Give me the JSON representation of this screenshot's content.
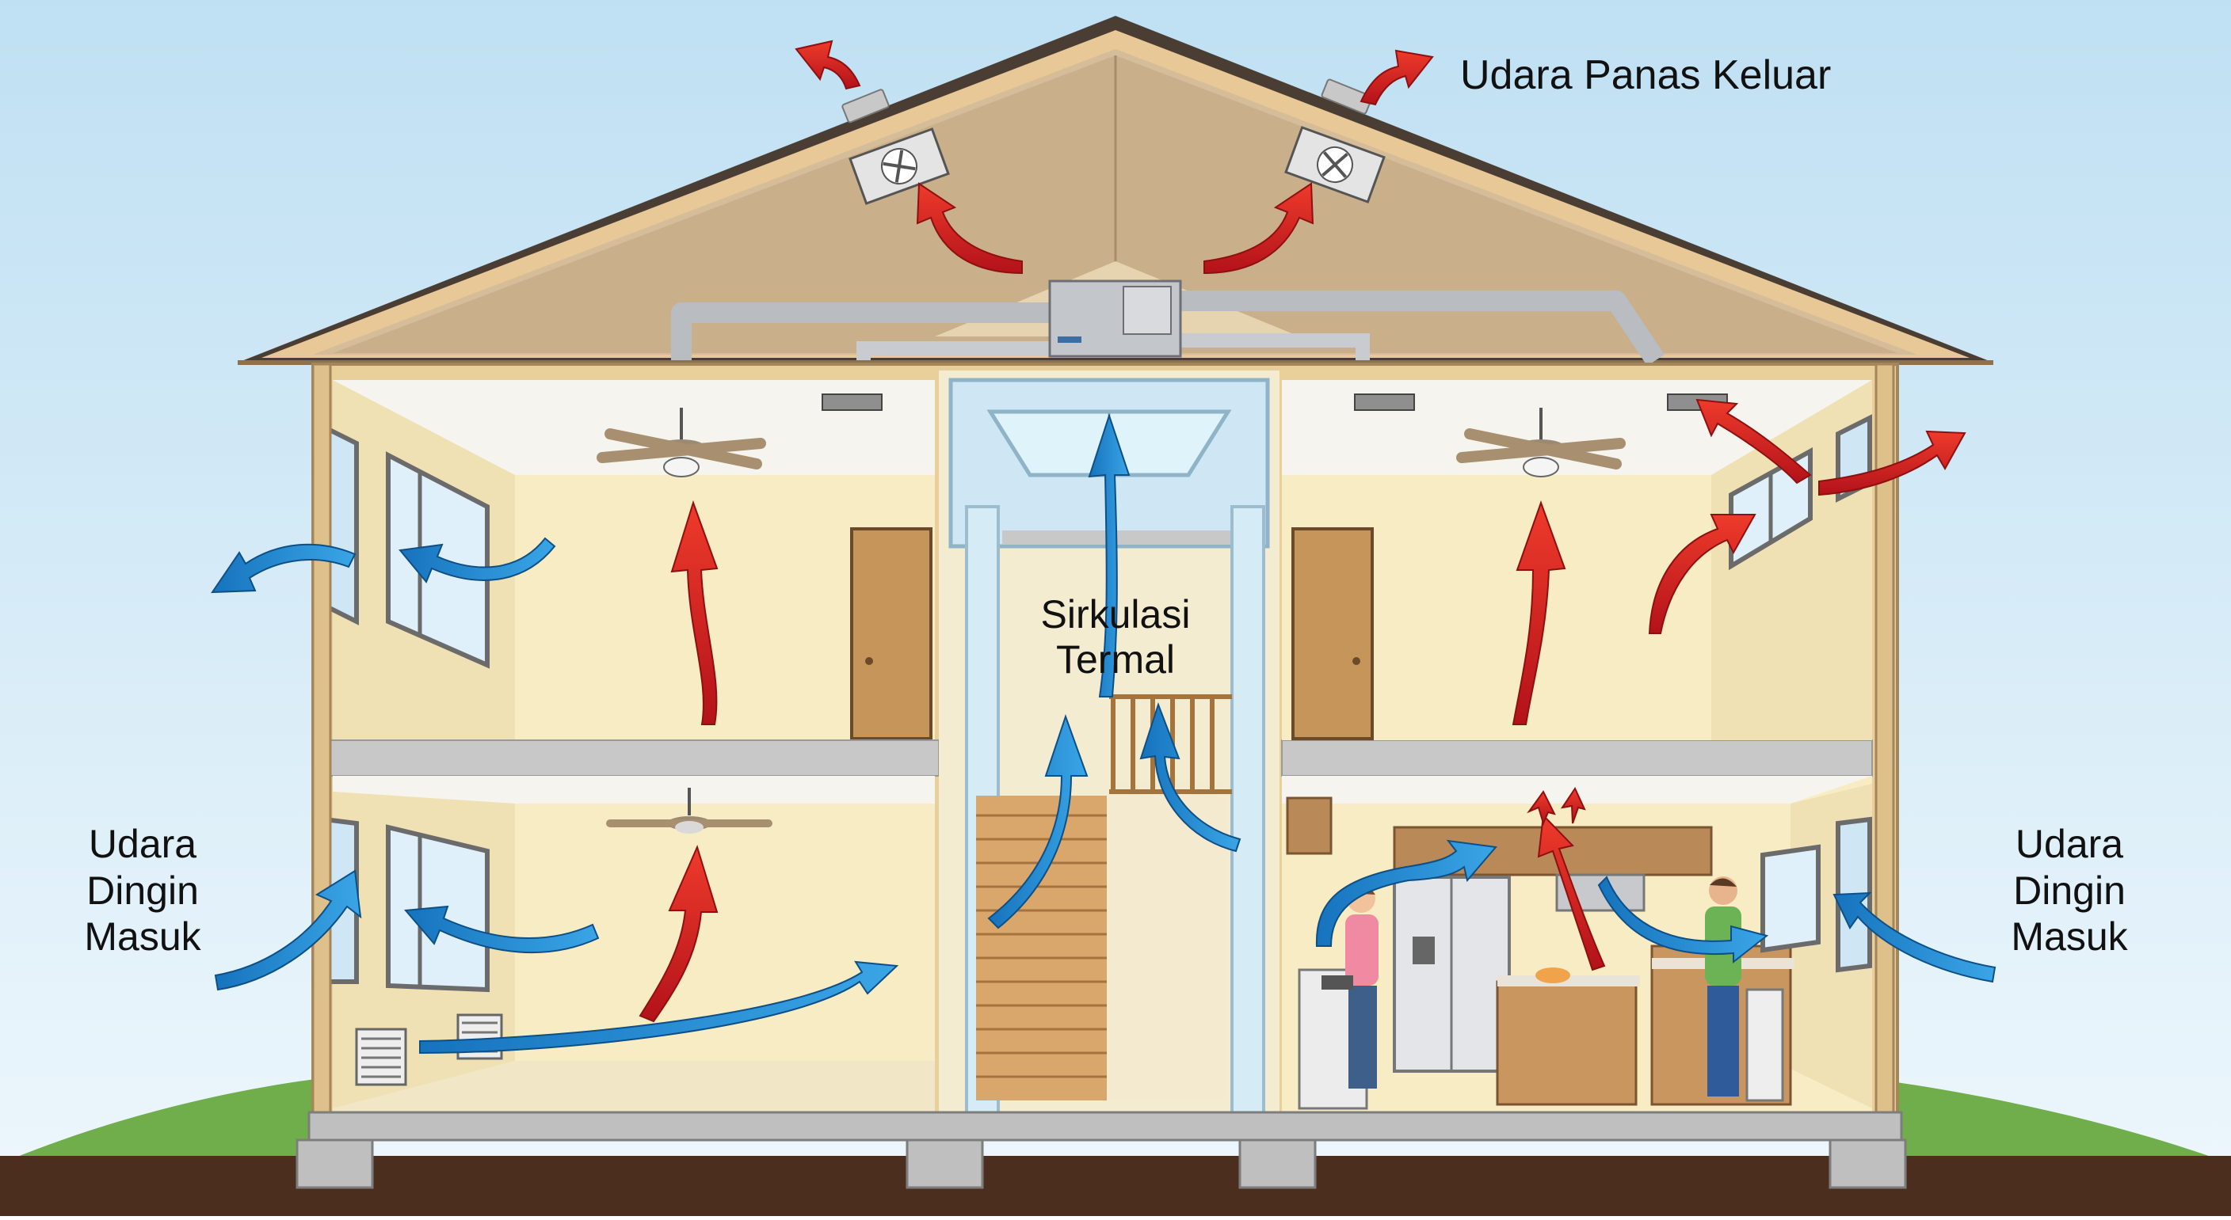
{
  "labels": {
    "hot_air_out": "Udara Panas Keluar",
    "thermal_circulation_line1": "Sirkulasi",
    "thermal_circulation_line2": "Termal",
    "cold_air_in_left_line1": "Udara",
    "cold_air_in_left_line2": "Dingin",
    "cold_air_in_left_line3": "Masuk",
    "cold_air_in_right_line1": "Udara",
    "cold_air_in_right_line2": "Dingin",
    "cold_air_in_right_line3": "Masuk"
  },
  "colors": {
    "sky_top": "#bfe0f3",
    "sky_bottom": "#eaf5fb",
    "ground": "#4b2e1e",
    "grass": "#6fae4a",
    "wall_fill": "#f7ecc4",
    "attic_fill": "#d9c4a0",
    "roof": "#5a4a3f",
    "frame": "#e9cf9a",
    "hot_arrow": "#d81f1f",
    "cold_arrow": "#1c86d1"
  }
}
